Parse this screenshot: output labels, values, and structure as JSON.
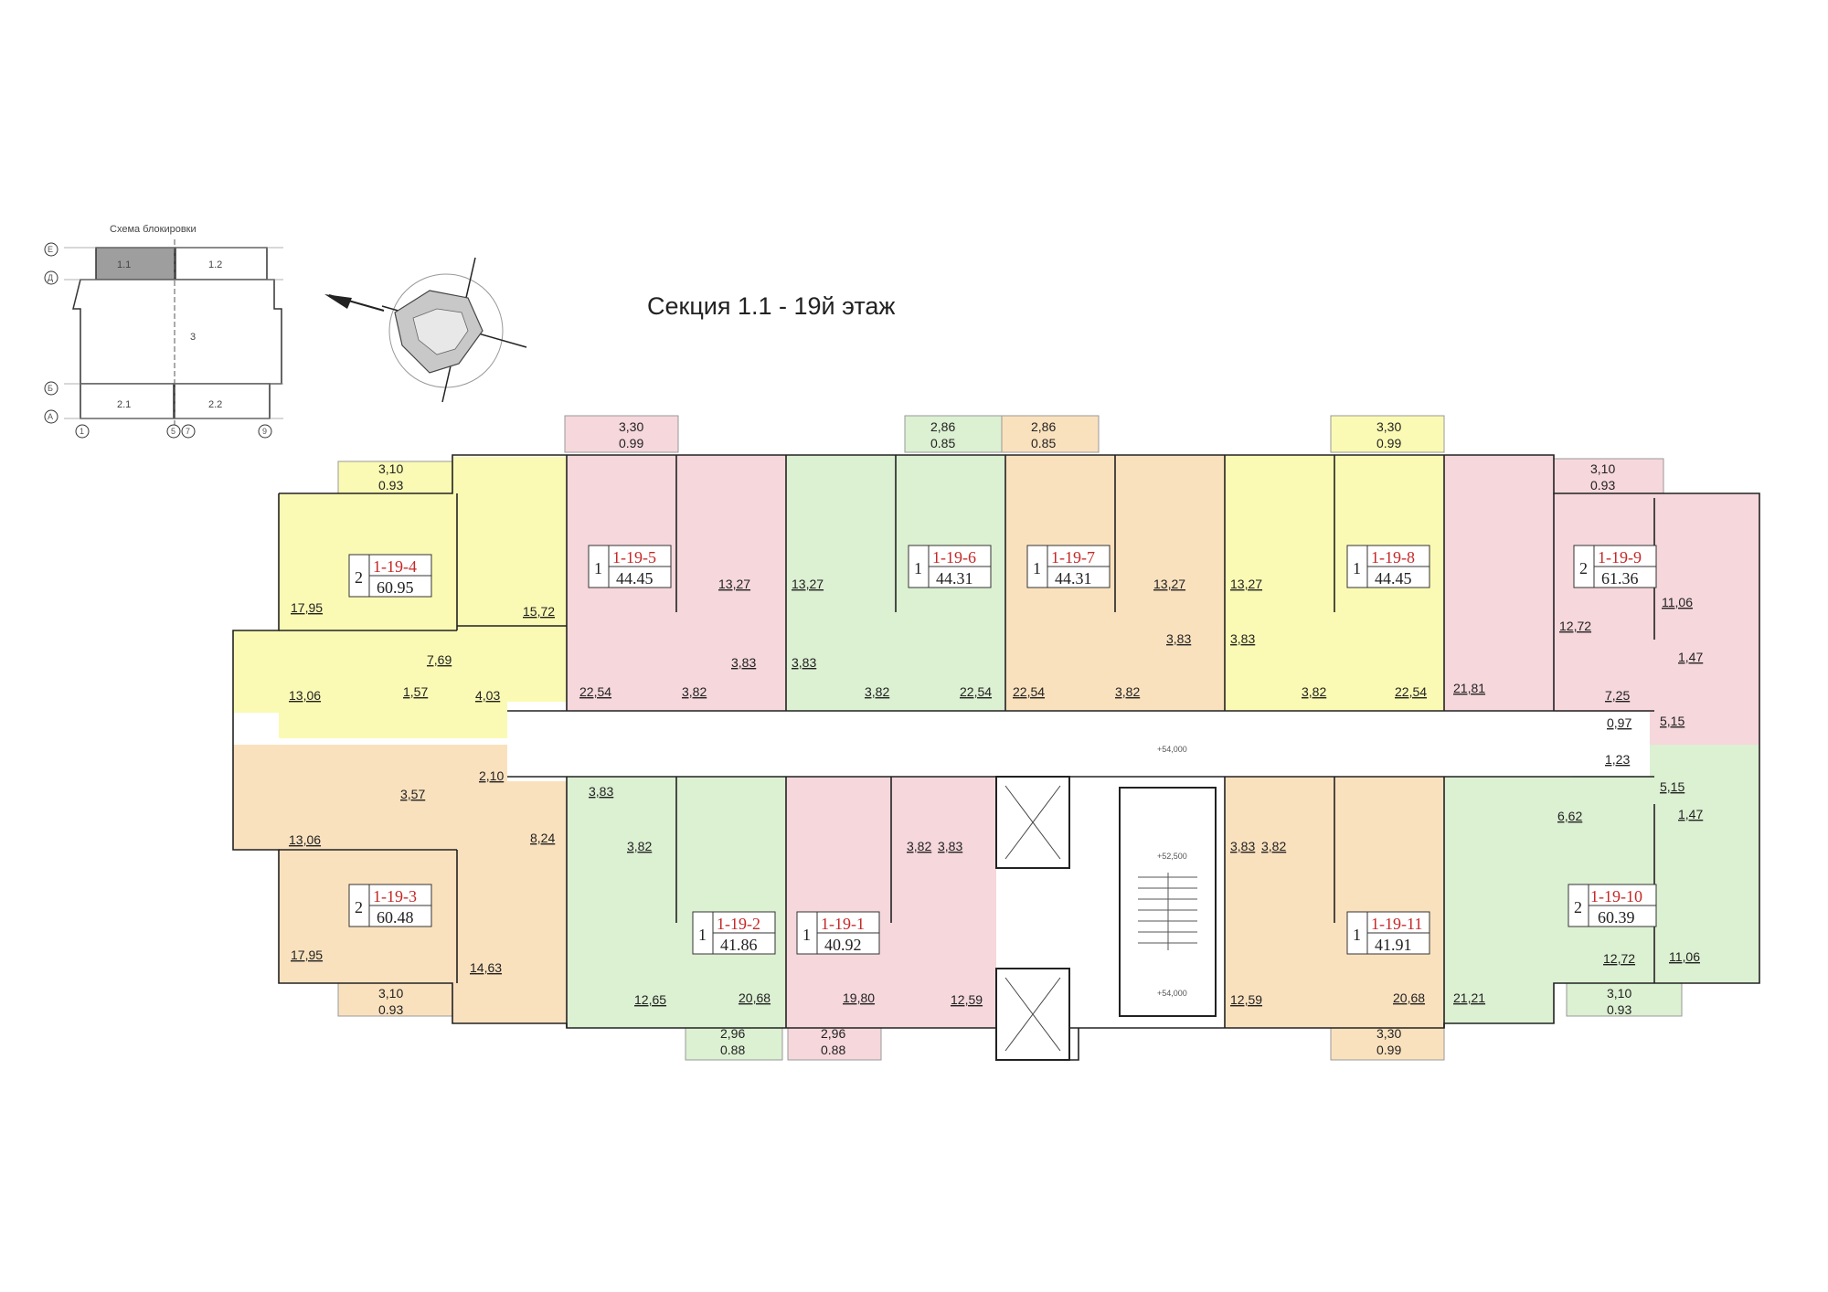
{
  "title": "Секция 1.1 - 19й этаж",
  "key_plan": {
    "title": "Схема блокировки",
    "blocks": [
      "1.1",
      "1.2",
      "3",
      "2.1",
      "2.2"
    ],
    "axis_letters": [
      "Е",
      "Д",
      "Б",
      "А"
    ],
    "axis_numbers": [
      "1",
      "5",
      "7",
      "9"
    ]
  },
  "colors": {
    "yellow": "#fafab4",
    "pink": "#f5d7dc",
    "green": "#dcf0d2",
    "orange": "#fae1be",
    "wall": "#222222",
    "apt_id": "#c62828",
    "key_block_active": "#9e9e9e"
  },
  "apartments": [
    {
      "id": "1-19-4",
      "rooms": "2",
      "area": "60.95"
    },
    {
      "id": "1-19-5",
      "rooms": "1",
      "area": "44.45"
    },
    {
      "id": "1-19-6",
      "rooms": "1",
      "area": "44.31"
    },
    {
      "id": "1-19-7",
      "rooms": "1",
      "area": "44.31"
    },
    {
      "id": "1-19-8",
      "rooms": "1",
      "area": "44.45"
    },
    {
      "id": "1-19-9",
      "rooms": "2",
      "area": "61.36"
    },
    {
      "id": "1-19-3",
      "rooms": "2",
      "area": "60.48"
    },
    {
      "id": "1-19-2",
      "rooms": "1",
      "area": "41.86"
    },
    {
      "id": "1-19-1",
      "rooms": "1",
      "area": "40.92"
    },
    {
      "id": "1-19-11",
      "rooms": "1",
      "area": "41.91"
    },
    {
      "id": "1-19-10",
      "rooms": "2",
      "area": "60.39"
    }
  ],
  "balconies": [
    {
      "top": "3,30",
      "bottom": "0.99"
    },
    {
      "top": "2,86",
      "bottom": "0.85"
    },
    {
      "top": "2,86",
      "bottom": "0.85"
    },
    {
      "top": "3,30",
      "bottom": "0.99"
    },
    {
      "top": "3,10",
      "bottom": "0.93"
    },
    {
      "top": "3,10",
      "bottom": "0.93"
    },
    {
      "top": "3,10",
      "bottom": "0.93"
    },
    {
      "top": "2,96",
      "bottom": "0.88"
    },
    {
      "top": "2,96",
      "bottom": "0.88"
    },
    {
      "top": "3,30",
      "bottom": "0.99"
    },
    {
      "top": "3,10",
      "bottom": "0.93"
    }
  ],
  "room_areas": [
    "17,95",
    "15,72",
    "7,69",
    "1,57",
    "4,03",
    "13,06",
    "22,54",
    "13,27",
    "3,83",
    "3,82",
    "13,27",
    "3,83",
    "3,82",
    "22,54",
    "22,54",
    "3,82",
    "13,27",
    "3,83",
    "13,27",
    "3,83",
    "3,82",
    "22,54",
    "21,81",
    "12,72",
    "11,06",
    "1,47",
    "7,25",
    "0,97",
    "5,15",
    "13,06",
    "3,57",
    "2,10",
    "8,24",
    "17,95",
    "14,63",
    "3,83",
    "3,82",
    "12,65",
    "20,68",
    "19,80",
    "3,82",
    "3,83",
    "12,59",
    "3,83",
    "3,82",
    "12,59",
    "20,68",
    "1,23",
    "5,15",
    "1,47",
    "6,62",
    "12,72",
    "11,06",
    "21,21"
  ],
  "elevations": [
    "+54,000",
    "+52,500",
    "+54,000"
  ]
}
